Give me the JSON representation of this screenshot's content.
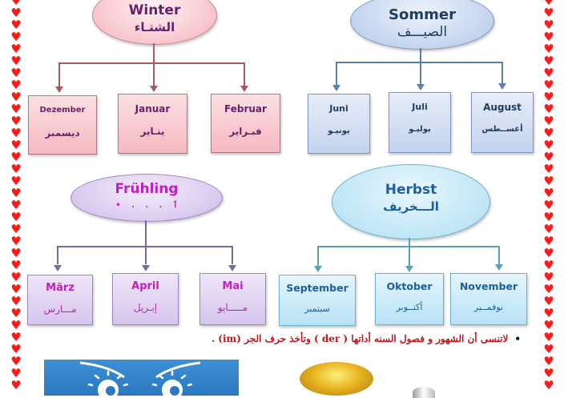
{
  "border": {
    "icon": "heart-icon",
    "color": "#ff1a1a",
    "count_per_side": 33
  },
  "seasons": {
    "winter": {
      "de": "Winter",
      "ar": "الشتـاء",
      "color": "#f5b9c0",
      "months": [
        {
          "de": "Dezember",
          "ar": "ديسمبر"
        },
        {
          "de": "Januar",
          "ar": "ينـاير"
        },
        {
          "de": "Februar",
          "ar": "فبـراير"
        }
      ]
    },
    "sommer": {
      "de": "Sommer",
      "ar": "الصيـــف",
      "color": "#c3d3ee",
      "months": [
        {
          "de": "Juni",
          "ar": "يونيـو"
        },
        {
          "de": "Juli",
          "ar": "يوليـو"
        },
        {
          "de": "August",
          "ar": "أغســطس"
        }
      ]
    },
    "fruehling": {
      "de": "Frühling",
      "ar": "•  . . .  ٱ",
      "color": "#d6c4ee",
      "months": [
        {
          "de": "März",
          "ar": "مـــارس"
        },
        {
          "de": "April",
          "ar": "إبـريل"
        },
        {
          "de": "Mai",
          "ar": "مـــــايو"
        }
      ]
    },
    "herbst": {
      "de": "Herbst",
      "ar": "الـــخريف",
      "color": "#b8e2f5",
      "months": [
        {
          "de": "September",
          "ar": "سبتمبر"
        },
        {
          "de": "Oktober",
          "ar": "أكتــوبر"
        },
        {
          "de": "November",
          "ar": "نوفمــبر"
        }
      ]
    }
  },
  "note": {
    "bullet": "•",
    "text": "لاتنسى أن الشهور و فصول السنه أداتها ( der ) وتأخذ حرف الجر (im) ."
  },
  "images": {
    "owl": "owl-eyes-image",
    "gold": "gold-disc-image",
    "funnel": "funnel-image"
  }
}
